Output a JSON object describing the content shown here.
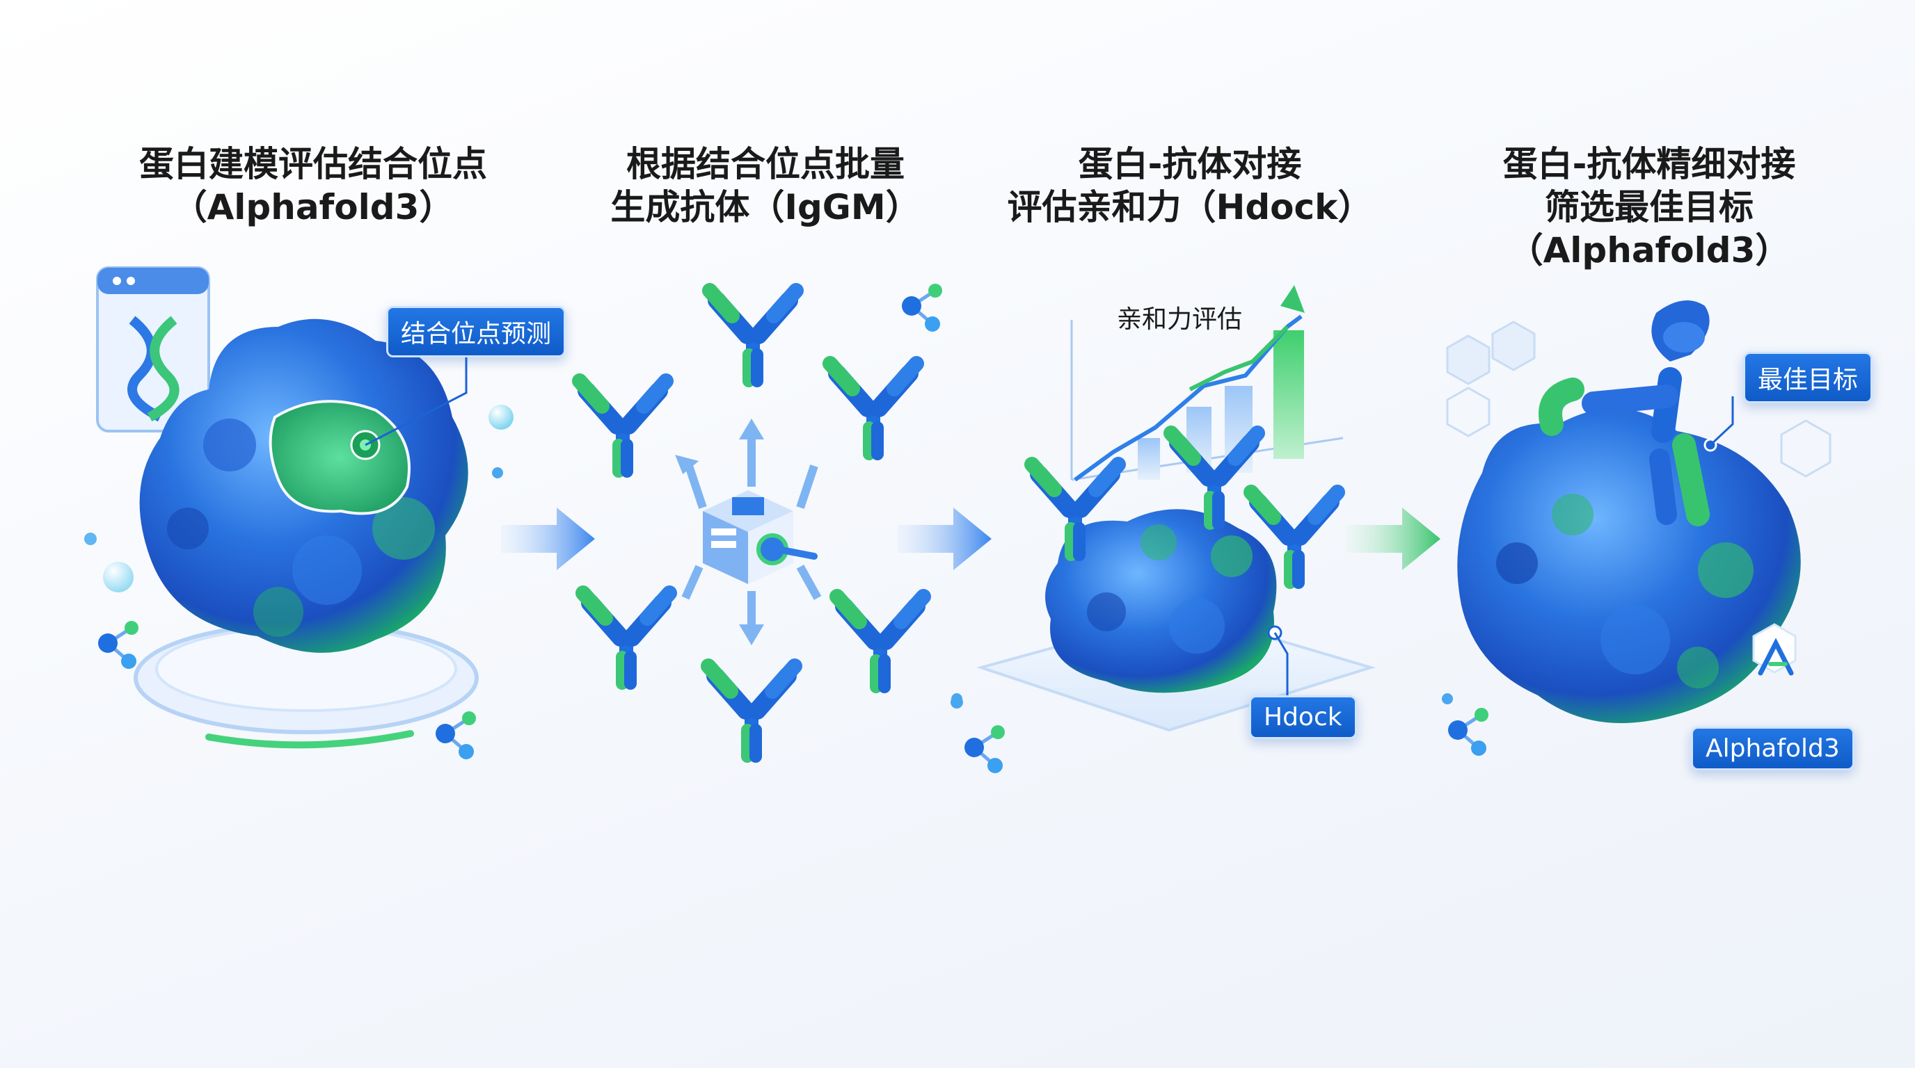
{
  "steps": [
    {
      "title_lines": [
        "蛋白建模评估结合位点",
        "（Alphafold3）"
      ]
    },
    {
      "title_lines": [
        "根据结合位点批量",
        "生成抗体（IgGM）"
      ]
    },
    {
      "title_lines": [
        "蛋白-抗体对接",
        "评估亲和力（Hdock）"
      ]
    },
    {
      "title_lines": [
        "蛋白-抗体精细对接",
        "筛选最佳目标",
        "（Alphafold3）"
      ]
    }
  ],
  "labels": {
    "binding_site": "结合位点预测",
    "affinity": "亲和力评估",
    "hdock": "Hdock",
    "best_target": "最佳目标",
    "alphafold": "Alphafold3"
  },
  "colors": {
    "protein_blue": "#1d5fd6",
    "protein_green": "#2dbf6a",
    "arrow_blue": "#3f8cf0",
    "arrow_green": "#35c46a",
    "tag_bg": "#1566d6"
  }
}
